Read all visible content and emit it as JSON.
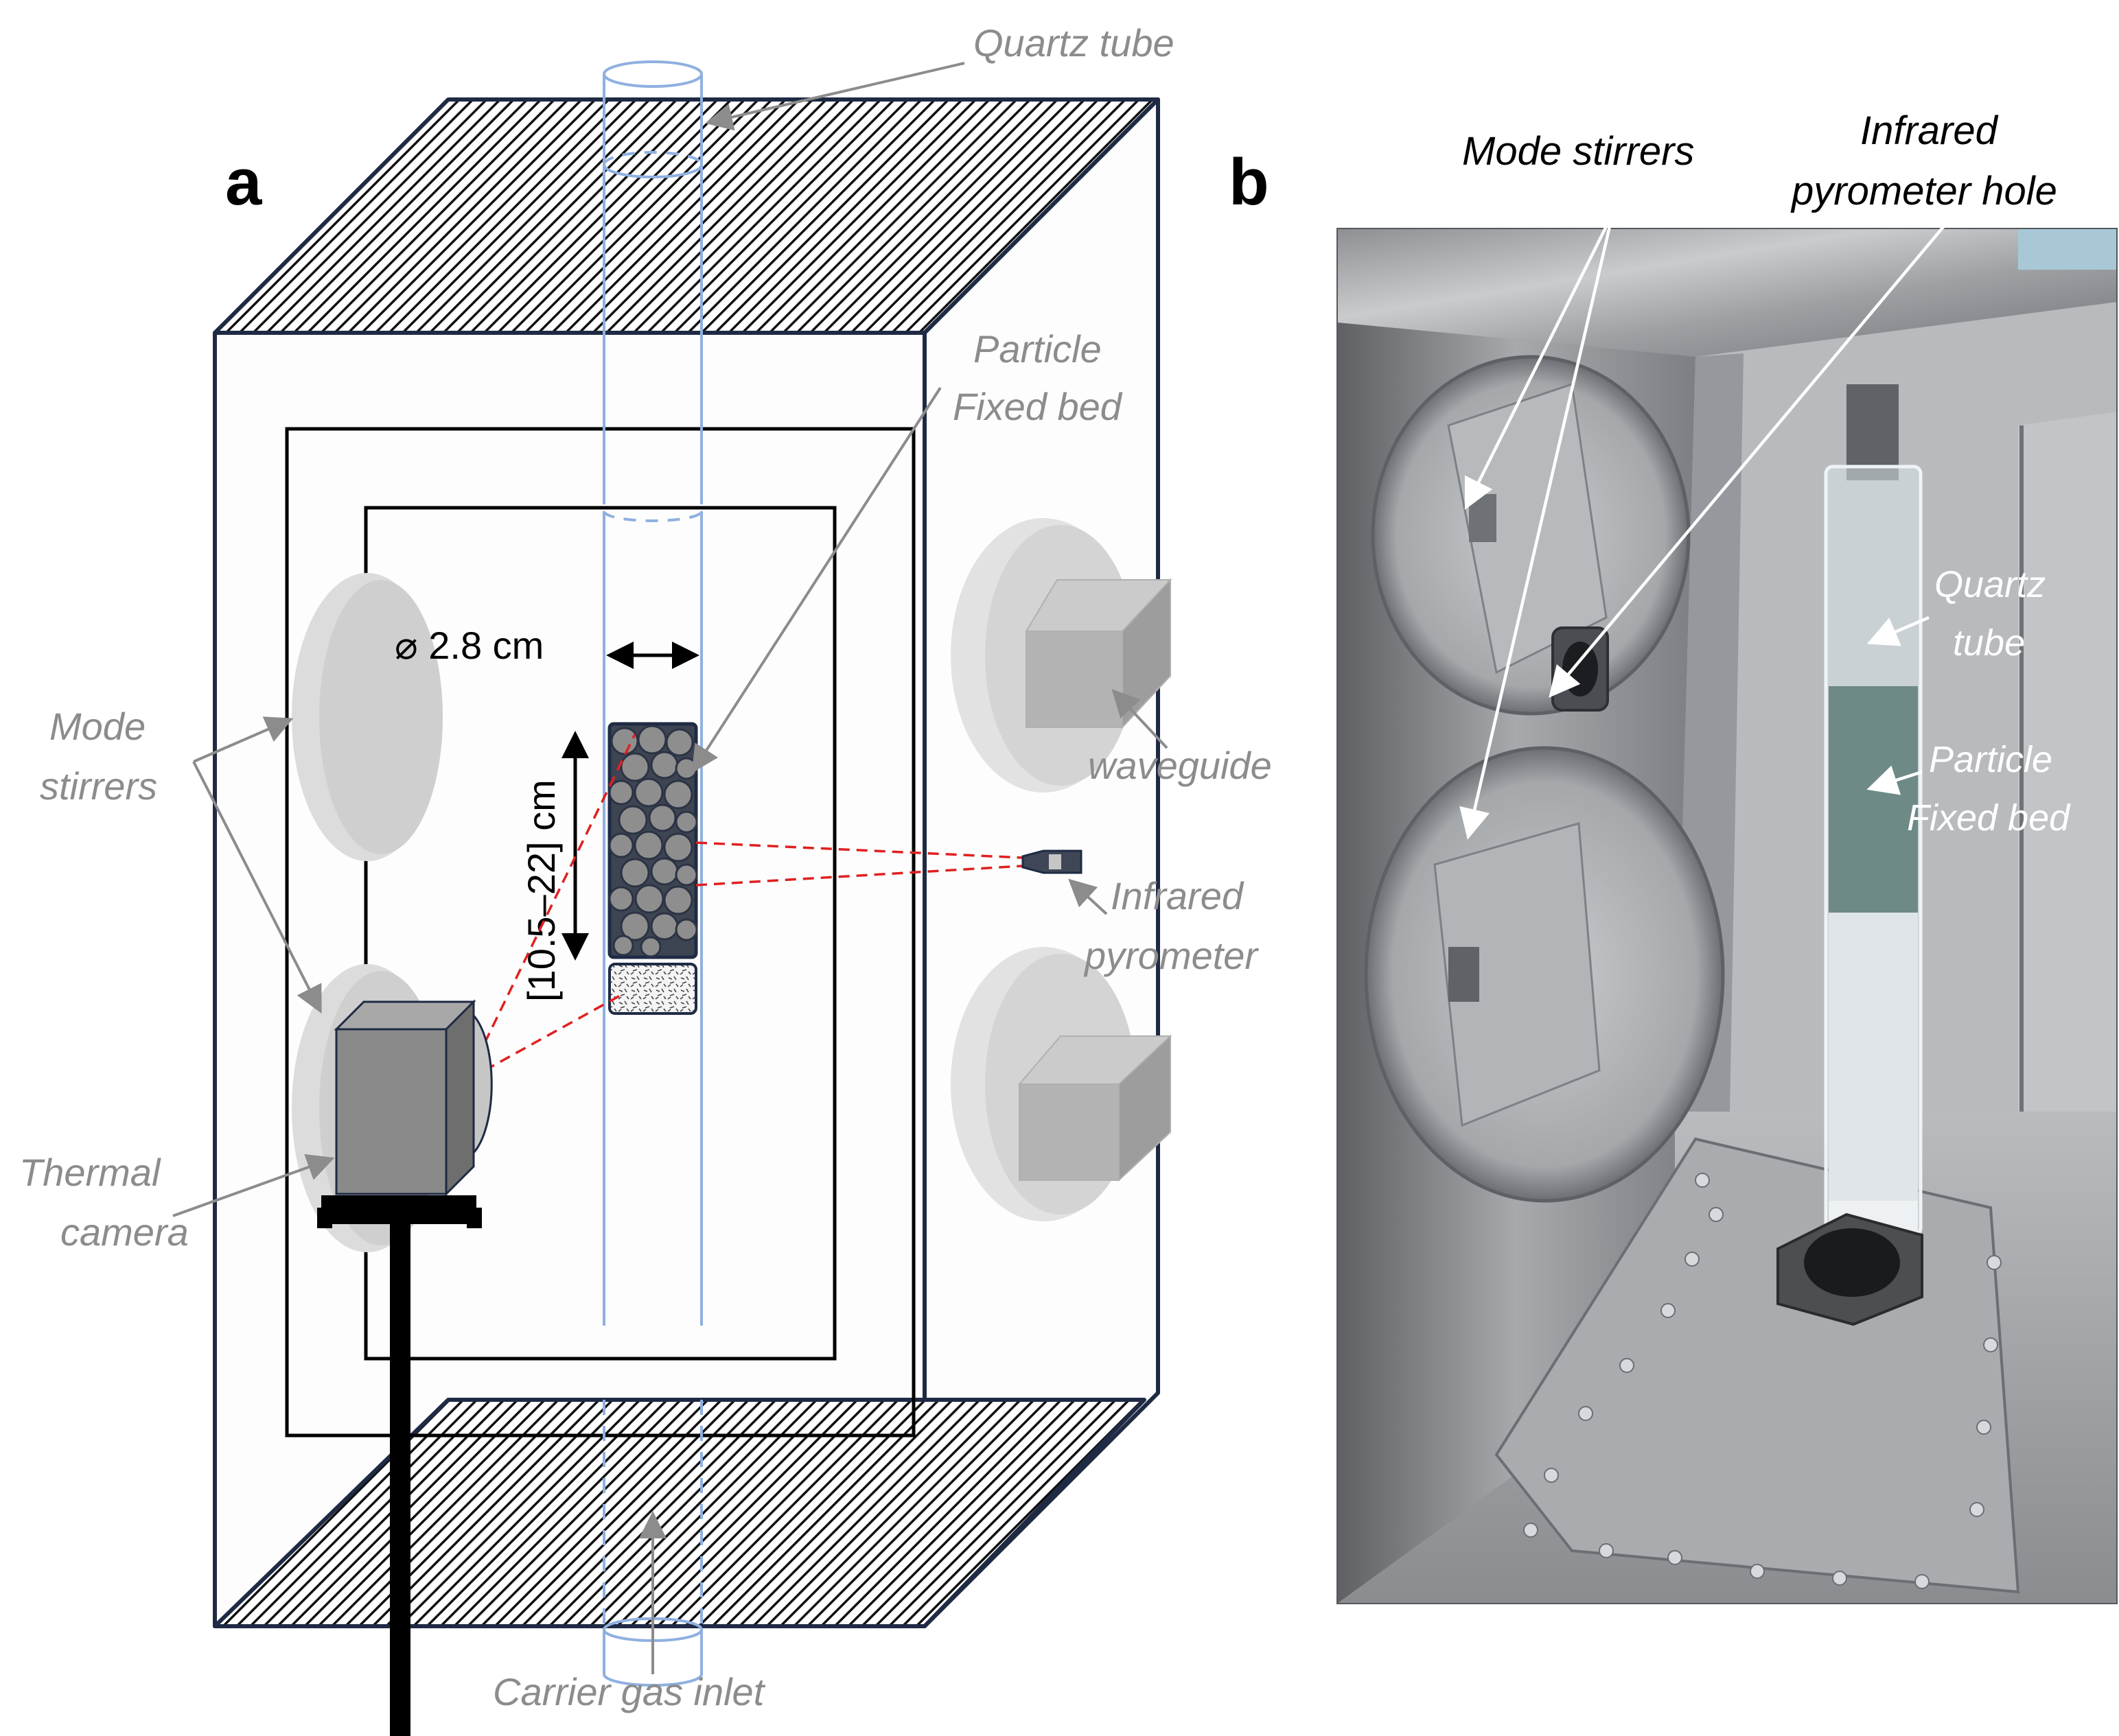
{
  "panel_a": {
    "letter": "a",
    "labels": {
      "quartz_tube": "Quartz tube",
      "particle": "Particle",
      "fixed_bed": "Fixed bed",
      "mode": "Mode",
      "stirrers": "stirrers",
      "waveguide": "waveguide",
      "infrared": "Infrared",
      "pyrometer": "pyrometer",
      "thermal": "Thermal",
      "camera": "camera",
      "carrier_gas_inlet": "Carrier gas inlet"
    },
    "dimensions": {
      "diameter": "⌀ 2.8 cm",
      "length": "[10.5–22] cm"
    }
  },
  "panel_b": {
    "letter": "b",
    "labels": {
      "mode_stirrers": "Mode stirrers",
      "infrared": "Infrared",
      "pyrometer_hole": "pyrometer hole",
      "quartz": "Quartz",
      "tube": "tube",
      "particle": "Particle",
      "fixed_bed": "Fixed bed"
    }
  },
  "colors": {
    "outline": "#1f2a44",
    "label_gray": "#8c8c8c",
    "tube_blue": "#8fb0e0",
    "laser_red": "#e02020",
    "stirrer_gray": "#d8d8d8",
    "camera_gray": "#8a8a8a"
  }
}
